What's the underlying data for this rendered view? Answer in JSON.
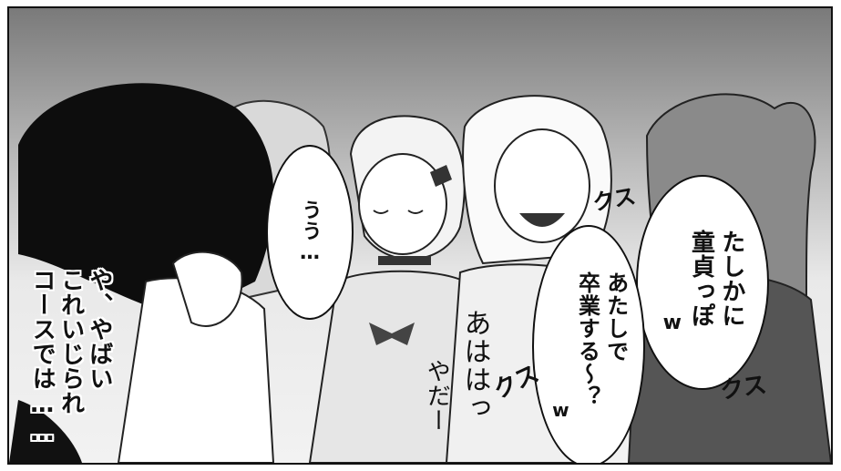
{
  "panel": {
    "speech": {
      "uu": "うう…",
      "tashikani_line1": "たしかに",
      "tashikani_line2": "童貞っぽ",
      "tashikani_line3": "w",
      "atashide_line1": "あたしで",
      "atashide_line2": "卒業する～？",
      "atashide_line3": "w"
    },
    "narration": {
      "line1": "や、やばい",
      "line2": "これいじられ",
      "line3": "コースでは……"
    },
    "sfx": {
      "kusu_top": "クス",
      "kusu_right": "クス",
      "kusu_mid": "クス",
      "ahaha": "あははっ",
      "yadaa": "やだー"
    }
  }
}
